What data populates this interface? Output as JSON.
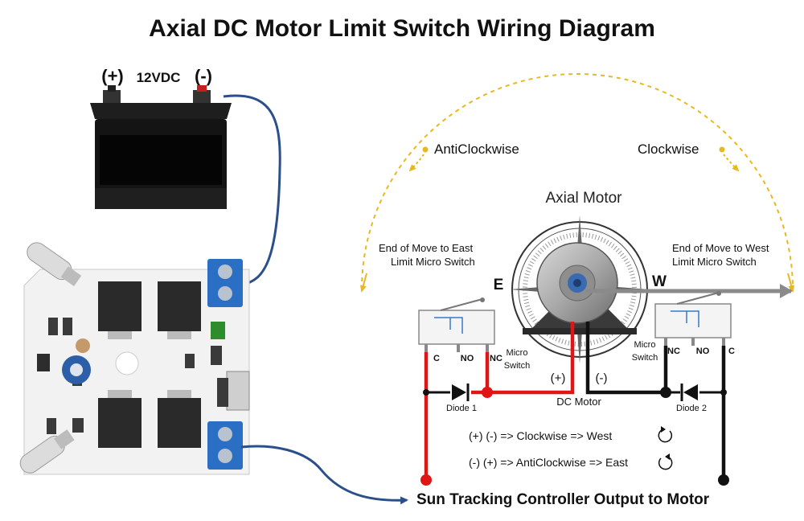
{
  "title": "Axial DC Motor Limit Switch Wiring Diagram",
  "battery": {
    "plus": "(+)",
    "voltage": "12VDC",
    "minus": "(-)"
  },
  "motor": {
    "title": "Axial Motor",
    "east": "E",
    "west": "W",
    "dc_motor_label": "DC Motor",
    "plus": "(+)",
    "minus": "(-)"
  },
  "rotation": {
    "anticlockwise": "AntiClockwise",
    "clockwise": "Clockwise"
  },
  "switch_east": {
    "caption_line1": "End of Move to East",
    "caption_line2": "Limit Micro Switch",
    "pin_c": "C",
    "pin_no": "NO",
    "pin_nc": "NC",
    "micro": "Micro",
    "switch": "Switch"
  },
  "switch_west": {
    "caption_line1": "End of Move to West",
    "caption_line2": "Limit Micro Switch",
    "pin_c": "C",
    "pin_no": "NO",
    "pin_nc": "NC",
    "micro": "Micro",
    "switch": "Switch"
  },
  "diodes": {
    "d1": "Diode 1",
    "d2": "Diode 2"
  },
  "legend": {
    "line1": "(+) (-) => Clockwise => West",
    "line2": "(-) (+) => AntiClockwise => East"
  },
  "output_label": "Sun Tracking Controller Output  to Motor",
  "colors": {
    "red_wire": "#e01515",
    "black_wire": "#111111",
    "blue_wire": "#2a4f8a",
    "arc": "#e8b820",
    "board": "#f2f2f2",
    "terminal": "#2b6fc4"
  }
}
